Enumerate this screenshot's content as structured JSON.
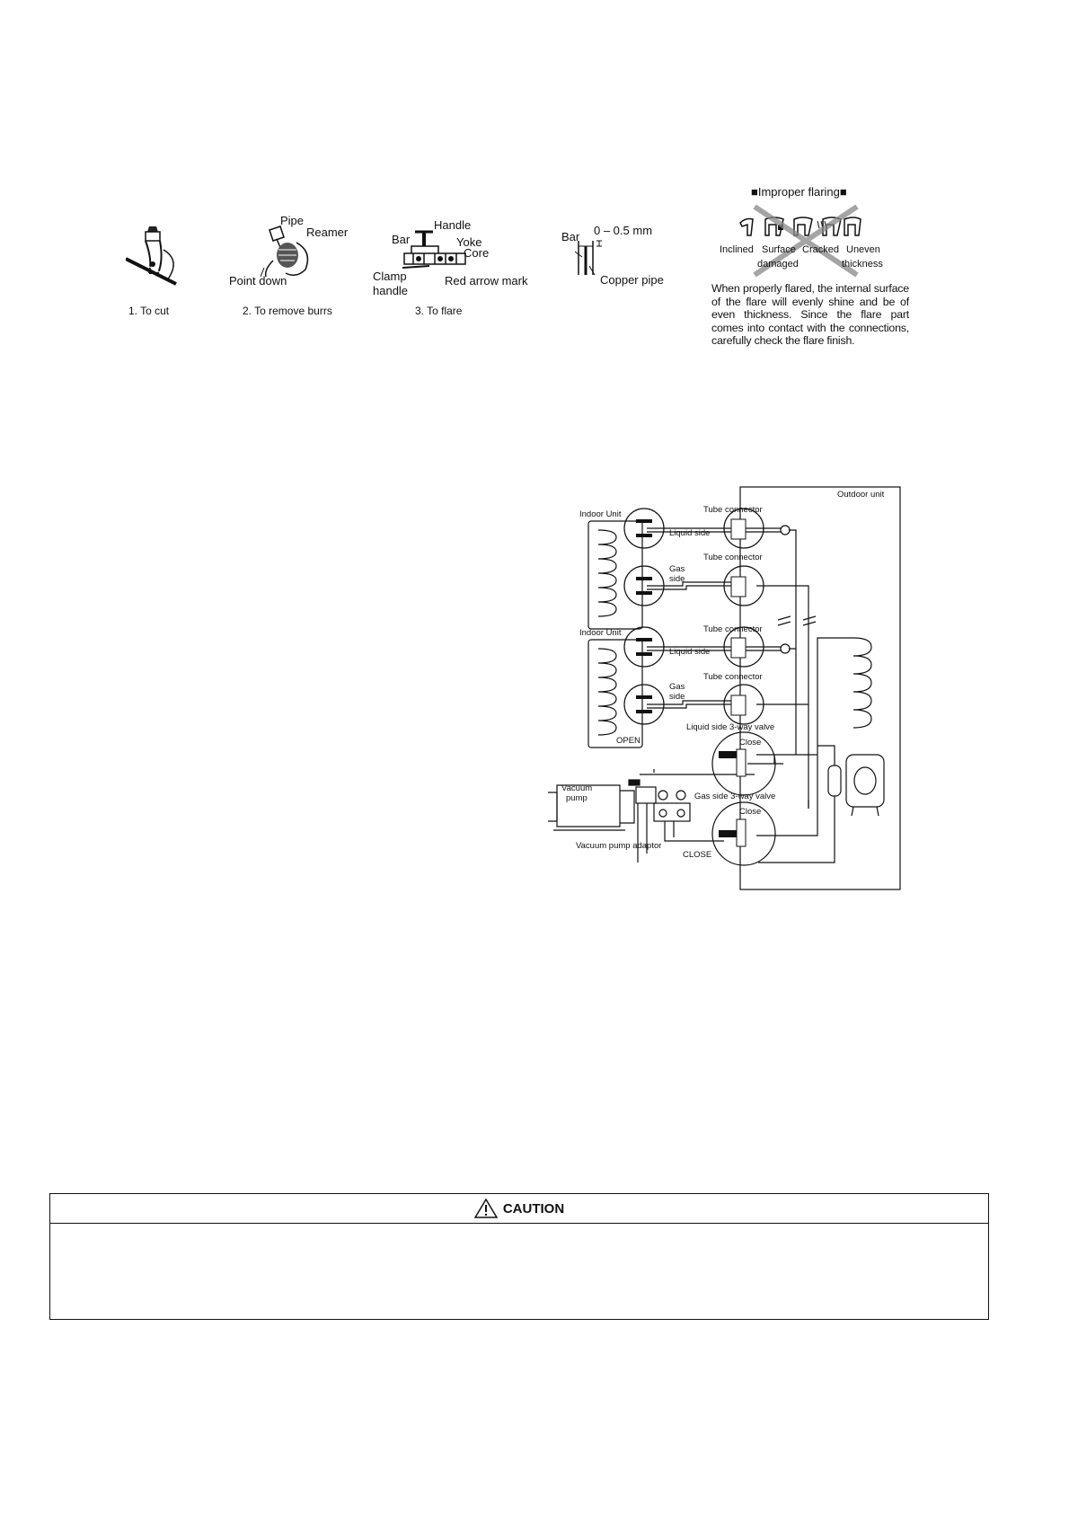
{
  "flare_steps": {
    "labels": {
      "pipe": "Pipe",
      "reamer": "Reamer",
      "point_down": "Point down",
      "handle": "Handle",
      "bar": "Bar",
      "yoke": "Yoke",
      "core": "Core",
      "clamp_handle_1": "Clamp",
      "clamp_handle_2": "handle",
      "red_arrow_mark": "Red arrow mark",
      "bar2": "Bar",
      "tolerance": "0 – 0.5 mm",
      "copper_pipe": "Copper pipe"
    },
    "captions": {
      "step1": "1.  To cut",
      "step2": "2.  To remove burrs",
      "step3": "3.  To flare"
    }
  },
  "improper_flaring": {
    "title": "■Improper flaring■",
    "types": {
      "inclined": "Inclined",
      "surface_1": "Surface",
      "surface_2": "damaged",
      "cracked": "Cracked",
      "uneven_1": "Uneven",
      "uneven_2": "thickness"
    },
    "note": "When properly flared, the internal surface of the flare will evenly shine and be of even thickness. Since the flare part comes into contact with the connections, carefully check the flare finish."
  },
  "vacuum_diagram": {
    "outdoor_unit": "Outdoor unit",
    "indoor_unit_1": "Indoor Unit",
    "indoor_unit_2": "Indoor Unit",
    "tube_connector_1": "Tube connector",
    "tube_connector_2": "Tube connector",
    "tube_connector_3": "Tube connector",
    "tube_connector_4": "Tube connector",
    "liquid_side_1": "Liquid side",
    "liquid_side_2": "Liquid side",
    "gas_1a": "Gas",
    "gas_1b": "side",
    "gas_2a": "Gas",
    "gas_2b": "side",
    "liquid_valve": "Liquid side 3-way valve",
    "close_1": "Close",
    "gas_valve": "Gas side 3-way valve",
    "close_2": "Close",
    "open": "OPEN",
    "vacuum_pump_1": "Vacuum",
    "vacuum_pump_2": "pump",
    "adaptor": "Vacuum pump adaptor",
    "close_caps": "CLOSE"
  },
  "caution": {
    "title": "CAUTION"
  }
}
